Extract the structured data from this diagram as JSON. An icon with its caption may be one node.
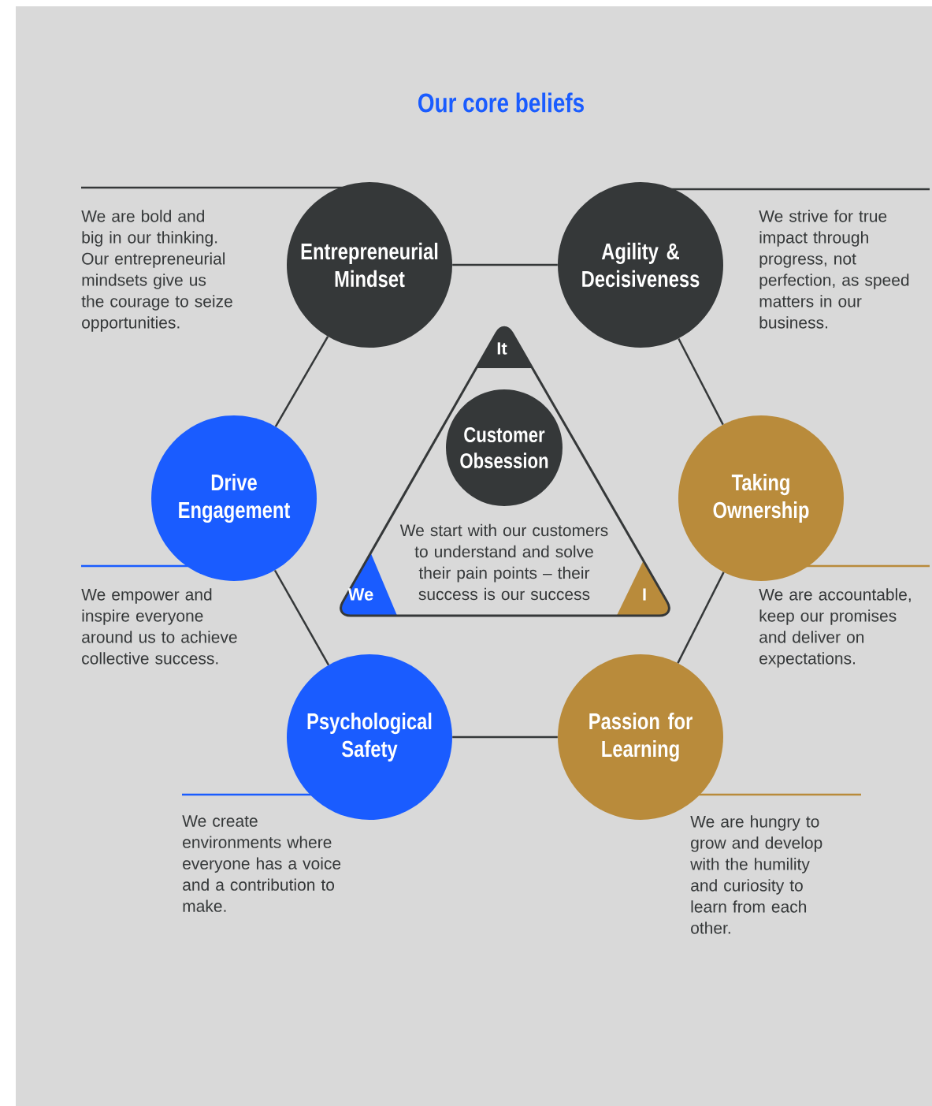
{
  "diagram": {
    "title": "Our core beliefs",
    "nodes": [
      {
        "text": [
          "Entrepreneurial Mindset"
        ],
        "beside": [
          "We are bold and big in our thinking. Our entrepreneurial mindsets give us the courage to seize opportunities."
        ]
      },
      {
        "text": [
          "Agility & Decisiveness"
        ],
        "beside": [
          "We strive for true impact through progress, not perfection, as speed matters in our business."
        ]
      },
      {
        "text": [
          "Drive Engagement"
        ],
        "beside": [
          "We empower and inspire everyone around us to achieve collective success."
        ]
      },
      {
        "text": [
          "Taking Ownership"
        ],
        "beside": [
          "We are accountable, keep our promises and deliver on expectations."
        ]
      },
      {
        "text": [
          "Psychological Safety"
        ],
        "beside": [
          "We create environments where everyone has a voice and a contribution to make."
        ]
      },
      {
        "text": [
          "Passion for Learning"
        ],
        "beside": [
          "We are hungry to grow and develop with the humility and curiosity to learn from each other."
        ]
      },
      {
        "text": [
          "It",
          "We",
          "We start with our customers to understand and solve their pain points – their success is our success",
          "I"
        ]
      },
      {
        "text": [
          "Customer Obsession"
        ],
        "in": 6
      }
    ],
    "edges": [
      {
        "from": 0,
        "to": 1,
        "arrow": "none"
      },
      {
        "from": 1,
        "to": 3,
        "arrow": "none"
      },
      {
        "from": 3,
        "to": 5,
        "arrow": "none"
      },
      {
        "from": 5,
        "to": 4,
        "arrow": "none"
      },
      {
        "from": 4,
        "to": 2,
        "arrow": "none"
      },
      {
        "from": 2,
        "to": 0,
        "arrow": "none"
      }
    ]
  }
}
